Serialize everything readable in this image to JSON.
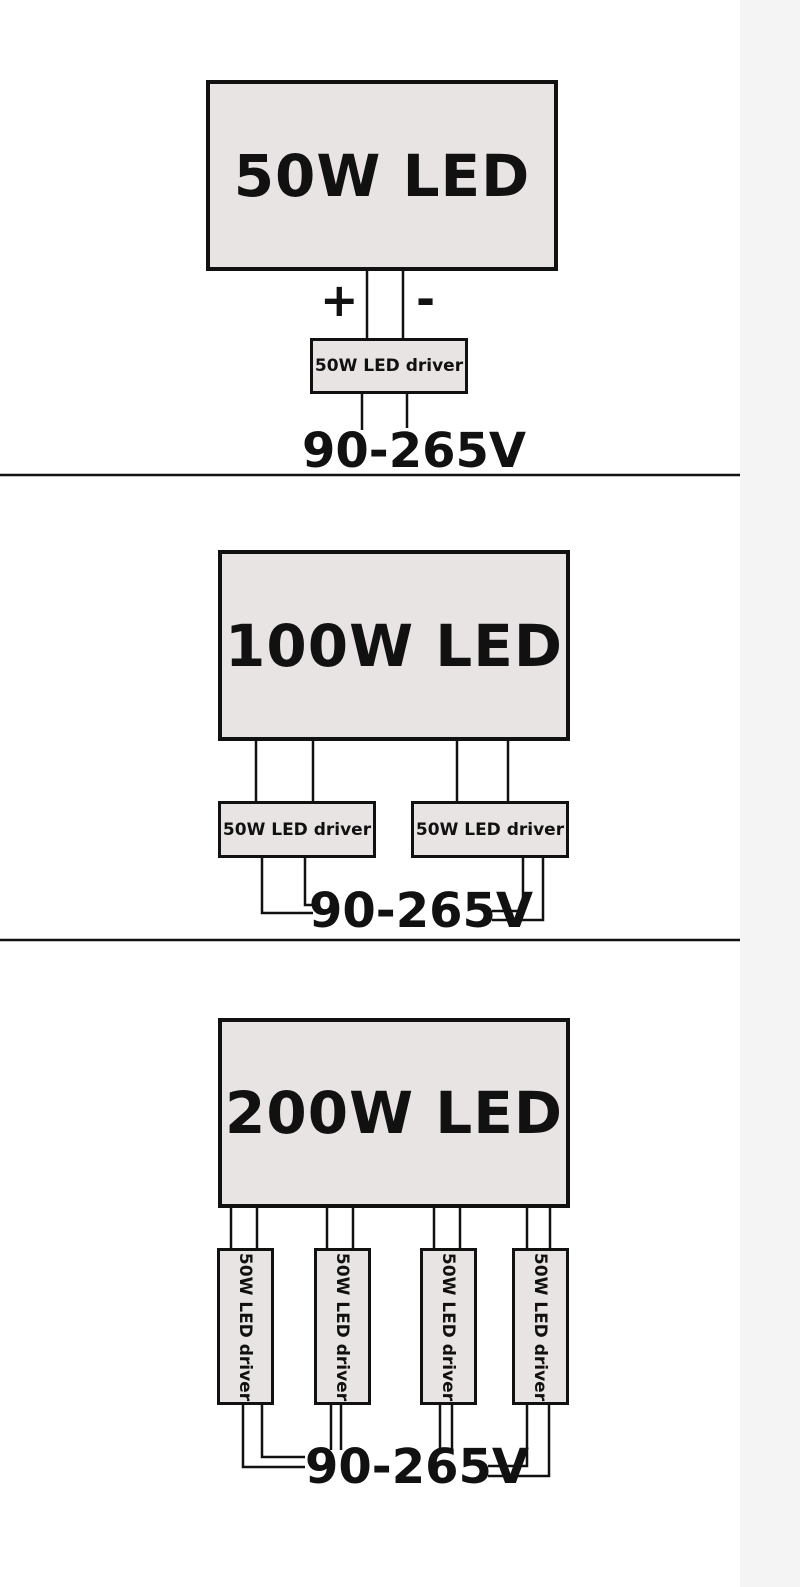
{
  "sections": [
    {
      "led_label": "50W LED",
      "plus": "+",
      "minus": "-",
      "drivers": [
        "50W LED driver"
      ],
      "voltage": "90-265V"
    },
    {
      "led_label": "100W LED",
      "drivers": [
        "50W LED driver",
        "50W LED driver"
      ],
      "voltage": "90-265V"
    },
    {
      "led_label": "200W LED",
      "drivers": [
        "50W LED driver",
        "50W LED driver",
        "50W LED driver",
        "50W LED driver"
      ],
      "voltage": "90-265V"
    }
  ]
}
